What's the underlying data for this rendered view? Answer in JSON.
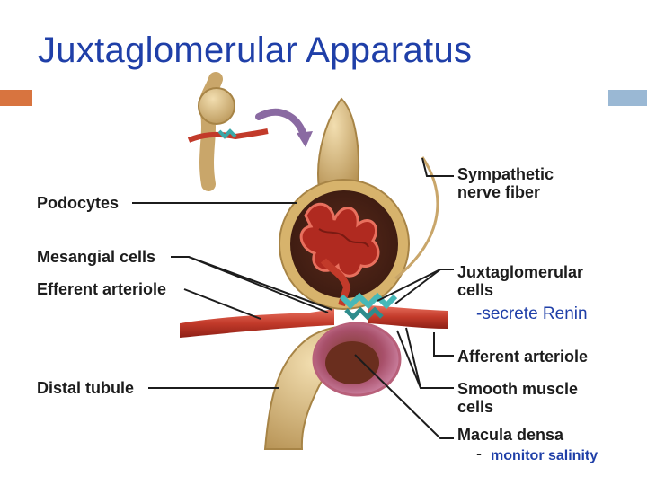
{
  "slide": {
    "title": "Juxtaglomerular Apparatus",
    "accent_left_color": "#d8743f",
    "accent_right_color": "#9ab8d4",
    "title_color": "#1f3fa8"
  },
  "labels": {
    "podocytes": "Podocytes",
    "mesangial_cells": "Mesangial cells",
    "efferent_arteriole": "Efferent arteriole",
    "distal_tubule": "Distal tubule",
    "sympathetic_line1": "Sympathetic",
    "sympathetic_line2": "nerve fiber",
    "jg_line1": "Juxtaglomerular",
    "jg_line2": "cells",
    "afferent_arteriole": "Afferent arteriole",
    "smooth_line1": "Smooth muscle",
    "smooth_line2": "cells",
    "macula_densa": "Macula densa"
  },
  "notes": {
    "renin": "-secrete Renin",
    "salinity_dash": "-",
    "salinity": "monitor salinity"
  }
}
